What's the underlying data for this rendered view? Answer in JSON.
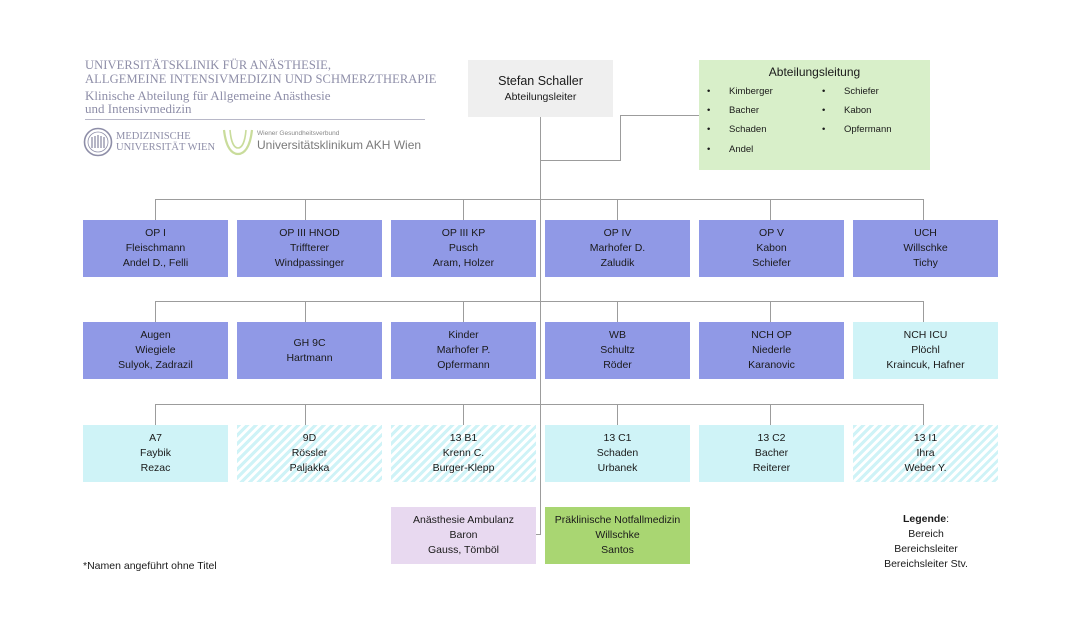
{
  "header": {
    "line1": "UNIVERSITÄTSKLINIK FÜR ANÄSTHESIE,",
    "line2": "ALLGEMEINE INTENSIVMEDIZIN UND SCHMERZTHERAPIE",
    "line3": "Klinische Abteilung für Allgemeine Anästhesie",
    "line4": "und Intensivmedizin"
  },
  "logos": {
    "meduni_line1": "MEDIZINISCHE",
    "meduni_line2": "UNIVERSITÄT WIEN",
    "akh_small": "Wiener Gesundheitsverbund",
    "akh_main": "Universitätsklinikum AKH Wien"
  },
  "head": {
    "name": "Stefan Schaller",
    "role": "Abteilungsleiter"
  },
  "leadership": {
    "title": "Abteilungsleitung",
    "col1": [
      "Kimberger",
      "Bacher",
      "Schaden",
      "Andel"
    ],
    "col2": [
      "Schiefer",
      "Kabon",
      "Opfermann"
    ]
  },
  "row1": [
    {
      "area": "OP I",
      "lead": "Fleischmann",
      "deputy": "Andel D., Felli"
    },
    {
      "area": "OP III HNOD",
      "lead": "Triffterer",
      "deputy": "Windpassinger"
    },
    {
      "area": "OP III KP",
      "lead": "Pusch",
      "deputy": "Aram, Holzer"
    },
    {
      "area": "OP IV",
      "lead": "Marhofer D.",
      "deputy": "Zaludik"
    },
    {
      "area": "OP V",
      "lead": "Kabon",
      "deputy": "Schiefer"
    },
    {
      "area": "UCH",
      "lead": "Willschke",
      "deputy": "Tichy"
    }
  ],
  "row2": [
    {
      "area": "Augen",
      "lead": "Wiegiele",
      "deputy": "Sulyok, Zadrazil"
    },
    {
      "area": "GH 9C",
      "lead": "Hartmann",
      "deputy": ""
    },
    {
      "area": "Kinder",
      "lead": "Marhofer P.",
      "deputy": "Opfermann"
    },
    {
      "area": "WB",
      "lead": "Schultz",
      "deputy": "Röder"
    },
    {
      "area": "NCH OP",
      "lead": "Niederle",
      "deputy": "Karanovic"
    },
    {
      "area": "NCH ICU",
      "lead": "Plöchl",
      "deputy": "Kraincuk, Hafner"
    }
  ],
  "row3": [
    {
      "area": "A7",
      "lead": "Faybik",
      "deputy": "Rezac"
    },
    {
      "area": "9D",
      "lead": "Rössler",
      "deputy": "Paljakka"
    },
    {
      "area": "13 B1",
      "lead": "Krenn C.",
      "deputy": "Burger-Klepp"
    },
    {
      "area": "13 C1",
      "lead": "Schaden",
      "deputy": "Urbanek"
    },
    {
      "area": "13 C2",
      "lead": "Bacher",
      "deputy": "Reiterer"
    },
    {
      "area": "13 I1",
      "lead": "Ihra",
      "deputy": "Weber Y."
    }
  ],
  "row4": [
    {
      "area": "Anästhesie Ambulanz",
      "lead": "Baron",
      "deputy": "Gauss, Tömböl"
    },
    {
      "area": "Präklinische Notfallmedizin",
      "lead": "Willschke",
      "deputy": "Santos"
    }
  ],
  "footnote": "*Namen angeführt ohne Titel",
  "legend": {
    "title": "Legende",
    "colon": ":",
    "item1": "Bereich",
    "item2": "Bereichsleiter",
    "item3": "Bereichsleiter Stv."
  },
  "colors": {
    "purple": "#9099e6",
    "cyan": "#cff3f7",
    "pink": "#e8d9f0",
    "green": "#a9d672",
    "lightgreen": "#d8efc9",
    "gray": "#efefef",
    "connector": "#9c9c9c",
    "header_text": "#8e8ea8"
  }
}
